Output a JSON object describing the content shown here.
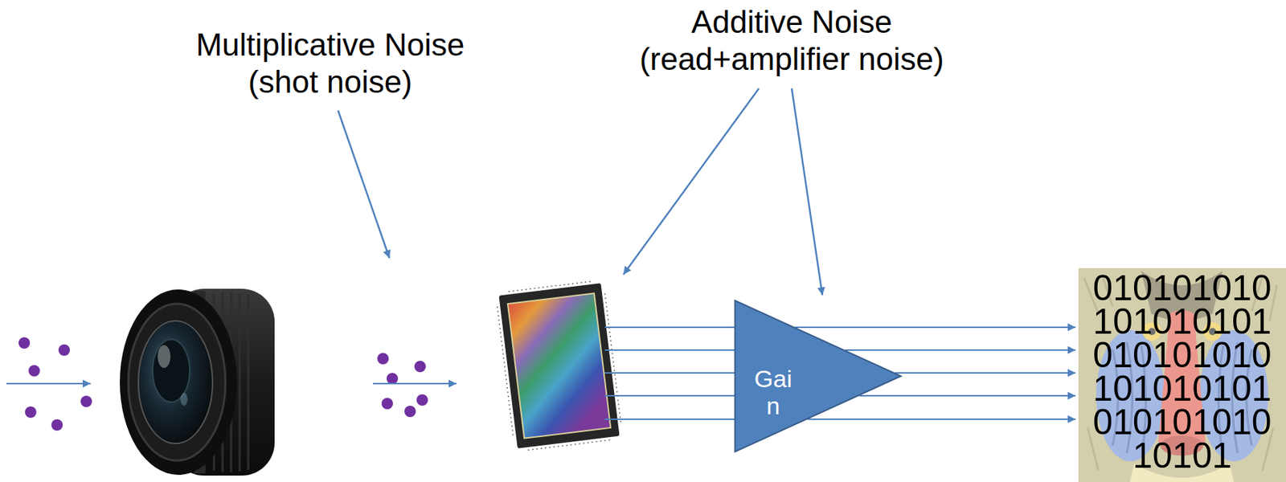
{
  "diagram": {
    "nodes": [
      {
        "text": [
          "Gai n"
        ]
      },
      {
        "text": [
          "010101010 101010101 010101010 101010101 010101010 10101"
        ]
      }
    ],
    "edges": [
      {
        "from": 0,
        "to": 1,
        "arrow": "to"
      },
      {
        "from": 0,
        "to": 1,
        "arrow": "to"
      },
      {
        "from": 0,
        "to": 1,
        "arrow": "to"
      },
      {
        "from": 0,
        "to": 1,
        "arrow": "to"
      },
      {
        "from": 0,
        "to": 1,
        "arrow": "to"
      }
    ],
    "labels": [
      "Multiplicative Noise (shot noise)",
      "Additive Noise (read+amplifier noise)"
    ]
  }
}
